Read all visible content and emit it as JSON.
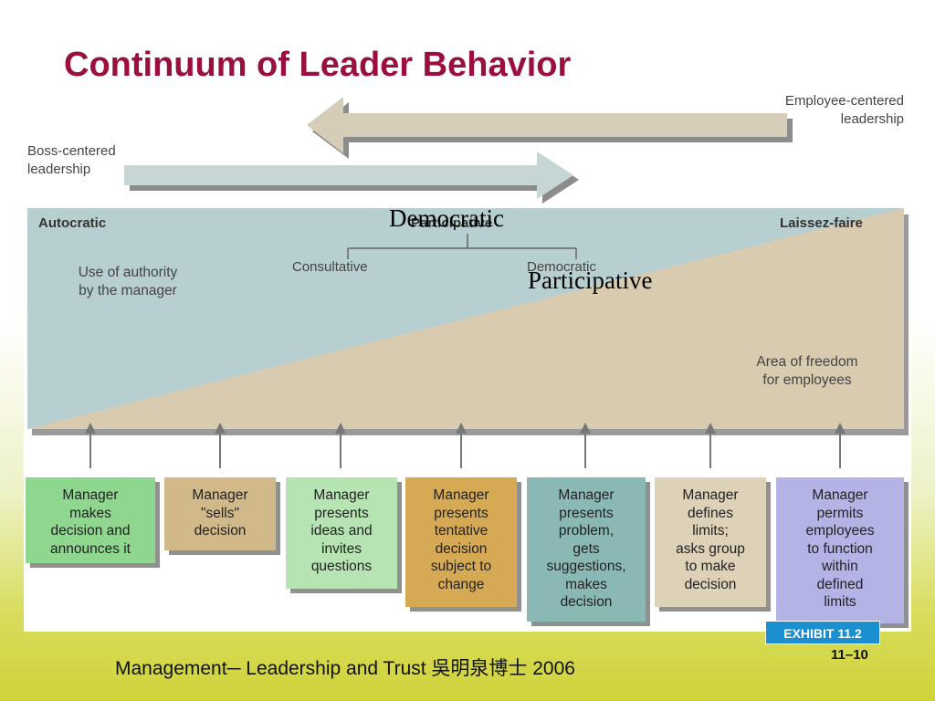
{
  "title": "Continuum of Leader Behavior",
  "top_arrows": {
    "employee_centered": "Employee-centered\nleadership",
    "boss_centered": "Boss-centered\nleadership"
  },
  "band": {
    "left_heading": "Autocratic",
    "center_heading": "Participative",
    "right_heading": "Laissez-faire",
    "sub_left": "Consultative",
    "sub_right": "Democratic",
    "authority_text": "Use of authority\nby the manager",
    "freedom_text": "Area of freedom\nfor employees",
    "overlay_top": "Democratic",
    "overlay_bottom": "Participative"
  },
  "boxes": [
    {
      "text": "Manager\nmakes\ndecision and\nannounces it",
      "color": "#8fd68f"
    },
    {
      "text": "Manager\n\"sells\"\ndecision",
      "color": "#d1b98a"
    },
    {
      "text": "Manager\npresents\nideas and\ninvites\nquestions",
      "color": "#b6e4b2"
    },
    {
      "text": "Manager\npresents\ntentative\ndecision\nsubject to\nchange",
      "color": "#d6aa55"
    },
    {
      "text": "Manager\npresents\nproblem,\ngets\nsuggestions,\nmakes\ndecision",
      "color": "#8ab8b5"
    },
    {
      "text": "Manager\ndefines\nlimits;\nasks group\nto make\ndecision",
      "color": "#ddd1b8"
    },
    {
      "text": "Manager\npermits\nemployees\nto function\nwithin\ndefined\nlimits",
      "color": "#b3b3e6"
    }
  ],
  "exhibit": "EXHIBIT 11.2",
  "page_number": "11–10",
  "footer": "Management─ Leadership and Trust  吳明泉博士  2006"
}
